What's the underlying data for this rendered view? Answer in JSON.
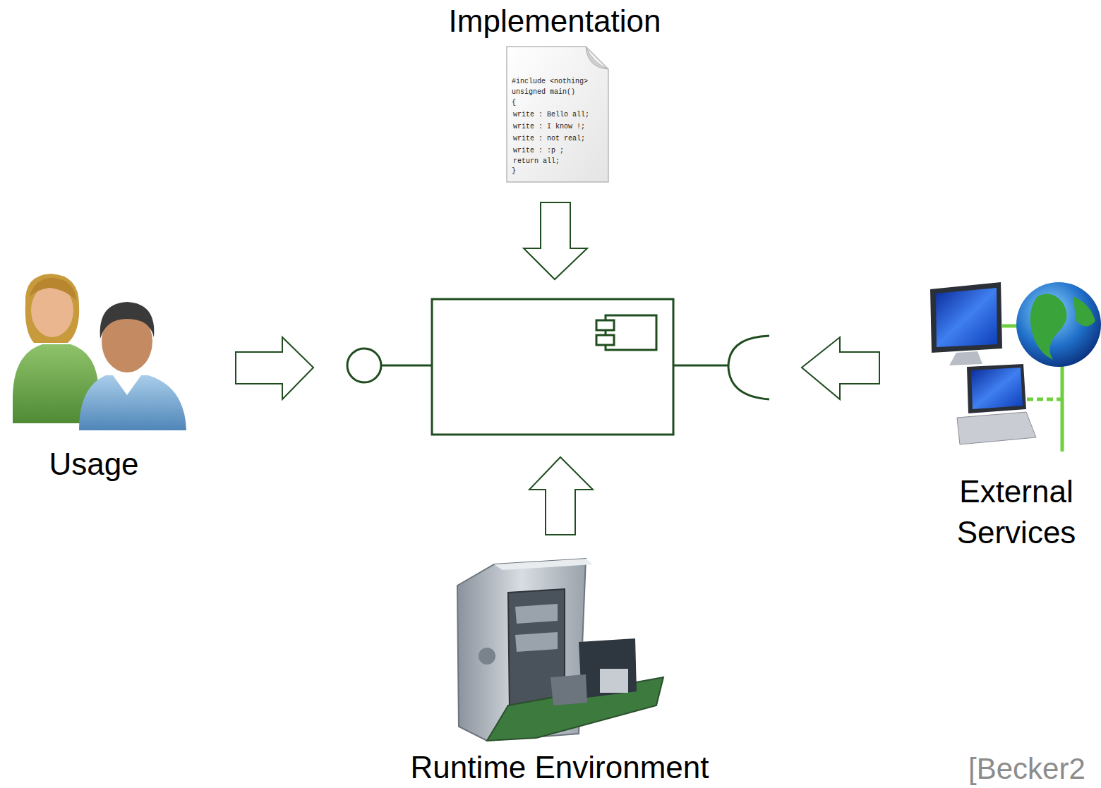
{
  "diagram": {
    "labels": [
      "Implementation",
      "#include <nothing>",
      "unsigned main()",
      "{",
      "write : Bello all;",
      "write : I know !;",
      "write : not real;",
      "write : :p ;",
      "return all;",
      "}",
      "Usage",
      "External Services",
      "Runtime Environment",
      "[Becker2"
    ]
  }
}
